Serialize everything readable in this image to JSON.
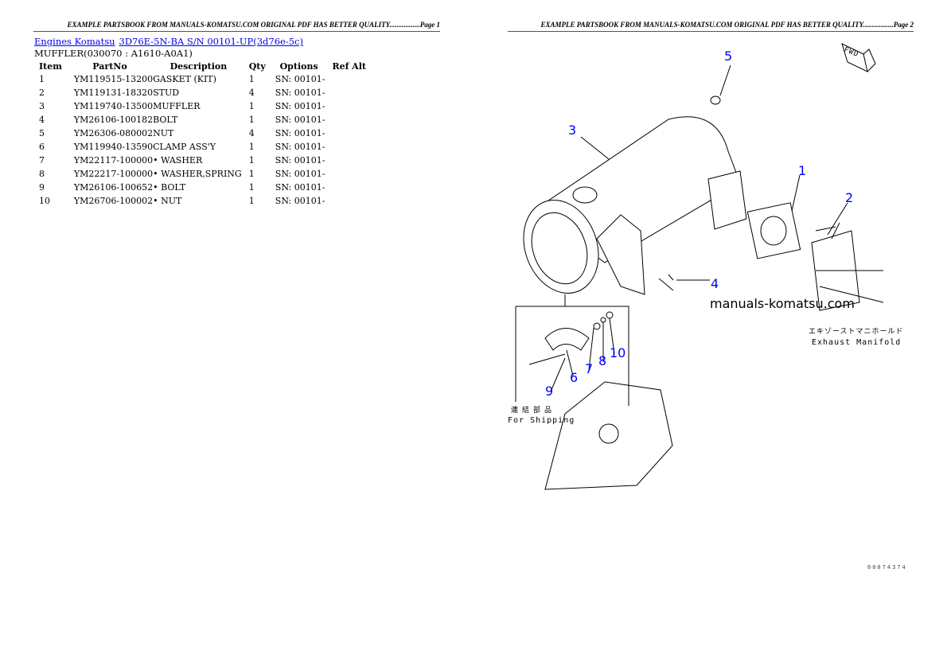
{
  "header": {
    "page1": "EXAMPLE PARTSBOOK FROM MANUALS-KOMATSU.COM ORIGINAL PDF HAS BETTER QUALITY.................Page 1",
    "page2": "EXAMPLE PARTSBOOK FROM MANUALS-KOMATSU.COM ORIGINAL PDF HAS BETTER QUALITY.................Page 2"
  },
  "breadcrumb": {
    "link1": "Engines Komatsu",
    "link2": "3D76E-5N-BA S/N 00101-UP(3d76e-5c)"
  },
  "section_title": "MUFFLER(030070 : A1610-A0A1)",
  "table": {
    "columns": [
      "Item",
      "PartNo",
      "Description",
      "Qty",
      "Options",
      "Ref Alt"
    ],
    "rows": [
      [
        "1",
        "YM119515-13200",
        "GASKET (KIT)",
        "1",
        "SN: 00101-",
        ""
      ],
      [
        "2",
        "YM119131-18320",
        "STUD",
        "4",
        "SN: 00101-",
        ""
      ],
      [
        "3",
        "YM119740-13500",
        "MUFFLER",
        "1",
        "SN: 00101-",
        ""
      ],
      [
        "4",
        "YM26106-100182",
        "BOLT",
        "1",
        "SN: 00101-",
        ""
      ],
      [
        "5",
        "YM26306-080002",
        "NUT",
        "4",
        "SN: 00101-",
        ""
      ],
      [
        "6",
        "YM119940-13590",
        "CLAMP ASS'Y",
        "1",
        "SN: 00101-",
        ""
      ],
      [
        "7",
        "YM22117-100000",
        "• WASHER",
        "1",
        "SN: 00101-",
        ""
      ],
      [
        "8",
        "YM22217-100000",
        "• WASHER,SPRING",
        "1",
        "SN: 00101-",
        ""
      ],
      [
        "9",
        "YM26106-100652",
        "• BOLT",
        "1",
        "SN: 00101-",
        ""
      ],
      [
        "10",
        "YM26706-100002",
        "• NUT",
        "1",
        "SN: 00101-",
        ""
      ]
    ]
  },
  "diagram": {
    "callouts": [
      "5",
      "3",
      "1",
      "2",
      "4",
      "6",
      "7",
      "8",
      "9",
      "10"
    ],
    "watermark": "manuals-komatsu.com",
    "exhaust_jp": "エキゾーストマニホールド",
    "exhaust_en": "Exhaust Manifold",
    "shipping_jp": "連結部品",
    "shipping_en": "For Shipping",
    "fwd": "FWD",
    "drawing_no": "00074374",
    "callout_color": "#0000ff"
  }
}
